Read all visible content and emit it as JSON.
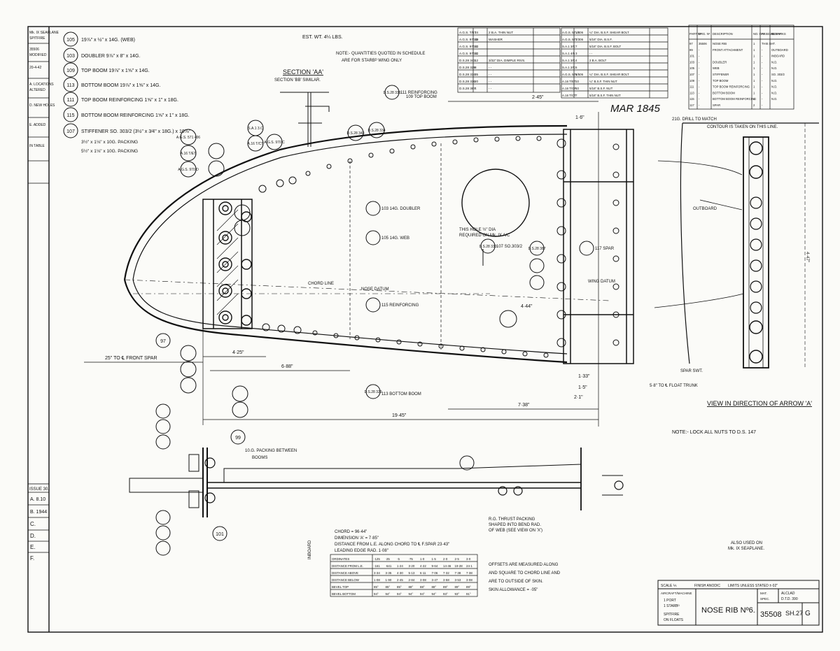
{
  "drawing": {
    "title": "NOSE RIB Nº6.",
    "number": "35508",
    "sheet": "SH.27",
    "sheet_suffix": "G",
    "handwritten_note": "MAR 1845",
    "est_weight": "EST. WT. 4¼ LBS.",
    "quantity_note_1": "NOTE:- QUANTITIES QUOTED IN SCHEDULE",
    "quantity_note_2": "ARE FOR STARBᴰ WING ONLY",
    "section_title": "SECTION 'AA'",
    "section_sub": "SECTION 'BB' SIMILAR.",
    "view_label": "VIEW IN DIRECTION OF ARROW 'A'",
    "lock_note": "NOTE:- LOCK ALL NUTS TO D.S. 147",
    "also_used_1": "ALSO USED ON",
    "also_used_2": "Mk. IX SEAPLANE.",
    "contour_note": "CONTOUR IS TAKEN ON THIS LINE.",
    "chord_line": "CHORD LINE",
    "nose_datum": "NOSE DATUM",
    "wing_datum": "WING DATUM",
    "outboard": "OUTBOARD",
    "inboard": "INBOARD",
    "front_spar_dim": "25\" TO ℄ FRONT SPAR",
    "offsets_note_1": "OFFSETS ARE MEASURED ALONG",
    "offsets_note_2": "AND SQUARE TO CHORD LINE AND",
    "offsets_note_3": "ARE TO OUTSIDE OF SKIN.",
    "offsets_note_4": "SKIN ALLOWANCE = ·05\"",
    "chord_value": "CHORD = 96·44\"",
    "dimension_a": "DIMENSION 'A' = 7·85\"",
    "le_distance": "DISTANCE FROM L.E. ALONG CHORD TO ℄ F.SPAR 23·43\"",
    "leading_edge_rad": "LEADING EDGE RAD. 1·08\"",
    "packing_note_1": "10.G. PACKING BETWEEN",
    "packing_note_2": "BOOMS",
    "thrust_note_1": "R.G. THRUST PACKING",
    "thrust_note_2": "SHAPED INTO BEND RAD.",
    "thrust_note_3": "OF WEB (SEE VIEW ON 'X')",
    "hole_note_1": "THIS HOLE ½\" DIA",
    "hole_note_2": "REQUIRED ON Mk. IX A/C",
    "float_trunk": "5·8\" TO ℄ FLOAT TRUNK",
    "drill_note_1": "21G. DRILL TO MATCH",
    "drill_note_2": "SPAR SWT.",
    "dim_overall": "19·45\"",
    "dim_mid": "7·38\"",
    "dim_lower": "6·88\"",
    "dim_a": "4·25\"",
    "dim_b": "4·44\"",
    "dim_top1": "2·45\"",
    "dim_top2": "1·6\"",
    "dim_right": "1·33\"",
    "dim_right2": "1·5\"",
    "dim_right3": "2·1\"",
    "dim_far_right": "4·47\""
  },
  "balloons": [
    {
      "num": "105",
      "desc": "19⅞\" x ½\" x 14G. (WEB)"
    },
    {
      "num": "103",
      "desc": "DOUBLER 9⅞\" x 8\" x 14G."
    },
    {
      "num": "109",
      "desc": "TOP BOOM 19⅞\" x 1⅝\" x 14G."
    },
    {
      "num": "113",
      "desc": "BOTTOM BOOM 19⅞\" x 1⅝\" x 14G."
    },
    {
      "num": "111",
      "desc": "TOP BOOM REINFORCING 1⅝\" x 1\" x 18G."
    },
    {
      "num": "115",
      "desc": "BOTTOM BOOM REINFORCING 1⅝\" x 1\" x 18G."
    },
    {
      "num": "107",
      "desc": "STIFFENER SO. 303/2 (3½\" x 3⁄4\" x 18G.) x 10⅞\""
    },
    {
      "num": "",
      "desc": "3½\" x 1⅛\" x 10G. PACKING"
    },
    {
      "num": "",
      "desc": "5½\" x 1⅛\" x 10G. PACKING"
    }
  ],
  "part_refs": [
    "A.G.S. 571 406",
    "A.16 T/ET",
    "A.G.S. 970 D",
    "S.A.1 3.C",
    "A.16 T/CT",
    "A.G.S. 970 C",
    "D.S.28 343",
    "D.S.28 334",
    "D.S.28 336",
    "D.S.28 329",
    "D.S.28 330",
    "D.S.28 387",
    "103 14G. DOUBLER",
    "105 14G. WEB",
    "107 SO.303/2",
    "109 TOP BOOM",
    "113 BOTTOM BOOM",
    "111 REINFORCING",
    "115 REINFORCING",
    "117 SPAR",
    "97",
    "99",
    "101"
  ],
  "schedule_left": {
    "headers": [
      "PART",
      "QTY",
      "DESCRIPTION"
    ],
    "rows": [
      [
        "A.G.S. T/ET",
        "14",
        "2 B.A. THIN NUT"
      ],
      [
        "A.G.S. 970/D",
        "14",
        "WASHER"
      ],
      [
        "A.G.S. 970/C",
        "13",
        ""
      ],
      [
        "A.G.S. 970/C",
        "12",
        ""
      ],
      [
        "D.S.28 343",
        "12",
        "3/32\" DIA. DIMPLE RIVS."
      ],
      [
        "D.S.28 329",
        "8",
        "- -"
      ],
      [
        "D.S.28 334",
        "35",
        "- -"
      ],
      [
        "D.S.28 336",
        "20",
        "- -"
      ],
      [
        "D.S.28 387",
        "4",
        "- -"
      ]
    ]
  },
  "schedule_mid": {
    "headers": [
      "PART",
      "QTY",
      "DESCRIPTION"
    ],
    "rows": [
      [
        "A.G.S. 571/406",
        "14",
        "¼\" DIA. B.S.F. SHEAR BOLT"
      ],
      [
        "A.G.S. 571/306",
        "7",
        "5/16\" DIA. B.S.F."
      ],
      [
        "S.A.1 3/C",
        "7",
        "5/16\" DIA. B.S.F. BOLT"
      ],
      [
        "S.A.1 4/6",
        "3",
        "- -"
      ],
      [
        "S.A.1 3/C",
        "4",
        "2 B.A. BOLT"
      ],
      [
        "S.A.1 2/C",
        "6",
        ""
      ],
      [
        "A.G.S. 571/506",
        "6",
        "¼\" DIA. B.S.F. SHEAR BOLT"
      ],
      [
        "A.16 T/ET",
        "10",
        "¼\" B.S.F. THIN NUT"
      ],
      [
        "A.16 T/GP",
        "10",
        "5/16\" B.S.F. NUT"
      ],
      [
        "A.16 T/CT",
        "7",
        "5/16\" B.S.F. THIN NUT"
      ]
    ]
  },
  "schedule_right": {
    "headers": [
      "PART Nº",
      "DRG. Nº",
      "DESCRIPTION",
      "NO. OFF",
      "ASSEMBLY Nº",
      "REMARKS"
    ],
    "rows": [
      [
        "97",
        "35506",
        "NOSE RIB",
        "1",
        "THIS SHT.",
        ""
      ],
      [
        "99",
        "-",
        "FRONT ATTACHMENT",
        "1",
        "-",
        "OUTBOARD"
      ],
      [
        "101",
        "-",
        "",
        "1",
        "-",
        "INBOARD"
      ],
      [
        "103",
        "-",
        "DOUBLER",
        "1",
        "-",
        "N.D."
      ],
      [
        "105",
        "-",
        "WEB",
        "1",
        "-",
        "N.D."
      ],
      [
        "107",
        "-",
        "STIFFENER",
        "1",
        "-",
        "SO. 303/2"
      ],
      [
        "109",
        "-",
        "TOP BOOM",
        "1",
        "-",
        "N.D."
      ],
      [
        "111",
        "-",
        "TOP BOOM REINFORCING",
        "1",
        "-",
        "N.D."
      ],
      [
        "113",
        "-",
        "BOTTOM BOOM",
        "1",
        "-",
        "N.D."
      ],
      [
        "115",
        "-",
        "BOTTOM BOOM REINFORCING",
        "1",
        "-",
        "N.D."
      ],
      [
        "117",
        "-",
        "SPAR",
        "2",
        "-",
        ""
      ]
    ]
  },
  "offsets_table": {
    "rows": [
      [
        "ORDINATES",
        "·125",
        "·25",
        "·5",
        "·75",
        "1·0",
        "1·5",
        "2·0",
        "2·5",
        "3·0"
      ],
      [
        "DISTANCE FROM L.E.",
        "·161",
        "·641",
        "1·24",
        "3·20",
        "4·22",
        "9·64",
        "14·46",
        "19·28",
        "24·1"
      ],
      [
        "DISTANCE ABOVE",
        "3·34",
        "3·35",
        "4·30",
        "5·13",
        "6·11",
        "7·06",
        "7·32",
        "7·38",
        "7·38"
      ],
      [
        "DISTANCE BELOW",
        "1·08",
        "1·90",
        "2·45",
        "2·84",
        "3·08",
        "3·47",
        "3·58",
        "3·53",
        "3·08"
      ],
      [
        "BEVEL TOP",
        "85°",
        "85°",
        "85°",
        "88°",
        "88°",
        "88°",
        "89°",
        "89°",
        "89°"
      ],
      [
        "BEVEL BOTTOM",
        "94°",
        "94°",
        "94°",
        "94°",
        "94°",
        "94°",
        "93°",
        "93°",
        "91°"
      ]
    ]
  },
  "issue_block": {
    "label": "ISSUE 30.",
    "entries": [
      "A. 8.10",
      "B. 1944",
      "C.",
      "D.",
      "E.",
      "F."
    ]
  },
  "revision_notes": [
    "Mk. IX SEAPLANE",
    "SPITFIRE",
    "35506",
    "MODIFIED",
    "20-4-42",
    "A. LOCATIONS",
    "ALTERED",
    "D. NEW HOLES",
    "E. ADDED",
    "IN TABLE"
  ],
  "title_block": {
    "scale": "SCALE ⅙",
    "finish": "FINISH ANODIC",
    "limits": "LIMITS UNLESS STATED ±·02\"",
    "aircraft_label": "AIRCRAFT/MACHINE",
    "aircraft_1": "1 PORT",
    "aircraft_2": "1 STARBᴰ",
    "aircraft_3": "SPITFIRE",
    "aircraft_4": "ON FLOATS",
    "mat": "MAT.",
    "mat_value": "ALCLAD",
    "spec": "SPEC.",
    "spec_value": "D.T.D. 390"
  }
}
